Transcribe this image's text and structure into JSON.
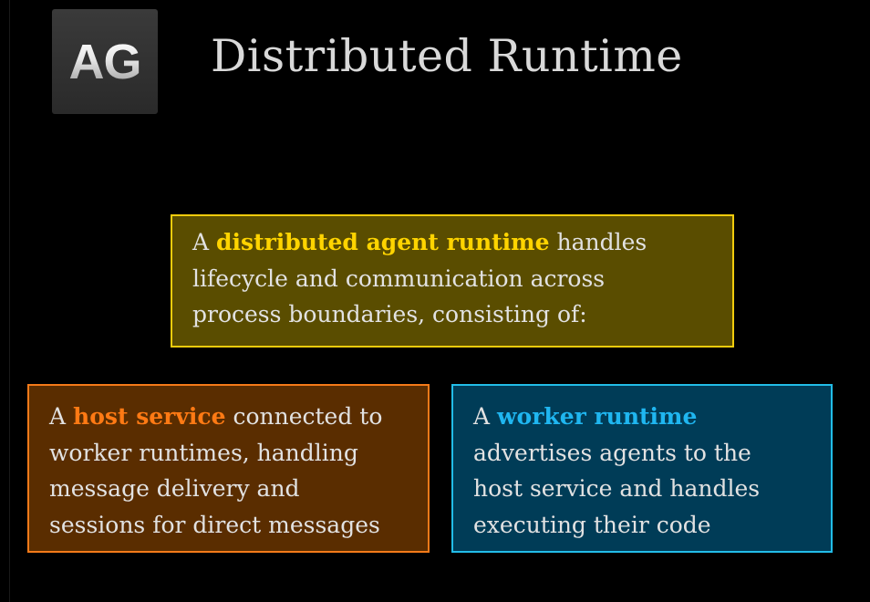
{
  "logo": {
    "text": "AG"
  },
  "title": "Distributed Runtime",
  "main_box": {
    "prefix": "A ",
    "highlight": "distributed agent runtime",
    "line1_rest": " handles",
    "line2": "lifecycle and communication across",
    "line3": "process boundaries, consisting of:"
  },
  "host_box": {
    "prefix": "A ",
    "highlight": "host service",
    "line1_rest": " connected to",
    "line2": "worker runtimes, handling",
    "line3": "message delivery and",
    "line4": "sessions for direct messages"
  },
  "worker_box": {
    "prefix": "A ",
    "highlight": "worker runtime",
    "line2": "advertises agents to the",
    "line3": "host service and handles",
    "line4": "executing their code"
  },
  "colors": {
    "background": "#000000",
    "title": "#d9d9d9",
    "main_fill": "#5a4d00",
    "main_border": "#f2cc0c",
    "main_highlight": "#ffd400",
    "host_fill": "#5a2d00",
    "host_border": "#f47a19",
    "host_highlight": "#ff7a14",
    "worker_fill": "#003c57",
    "worker_border": "#22bde8",
    "worker_highlight": "#1fb6f0"
  }
}
